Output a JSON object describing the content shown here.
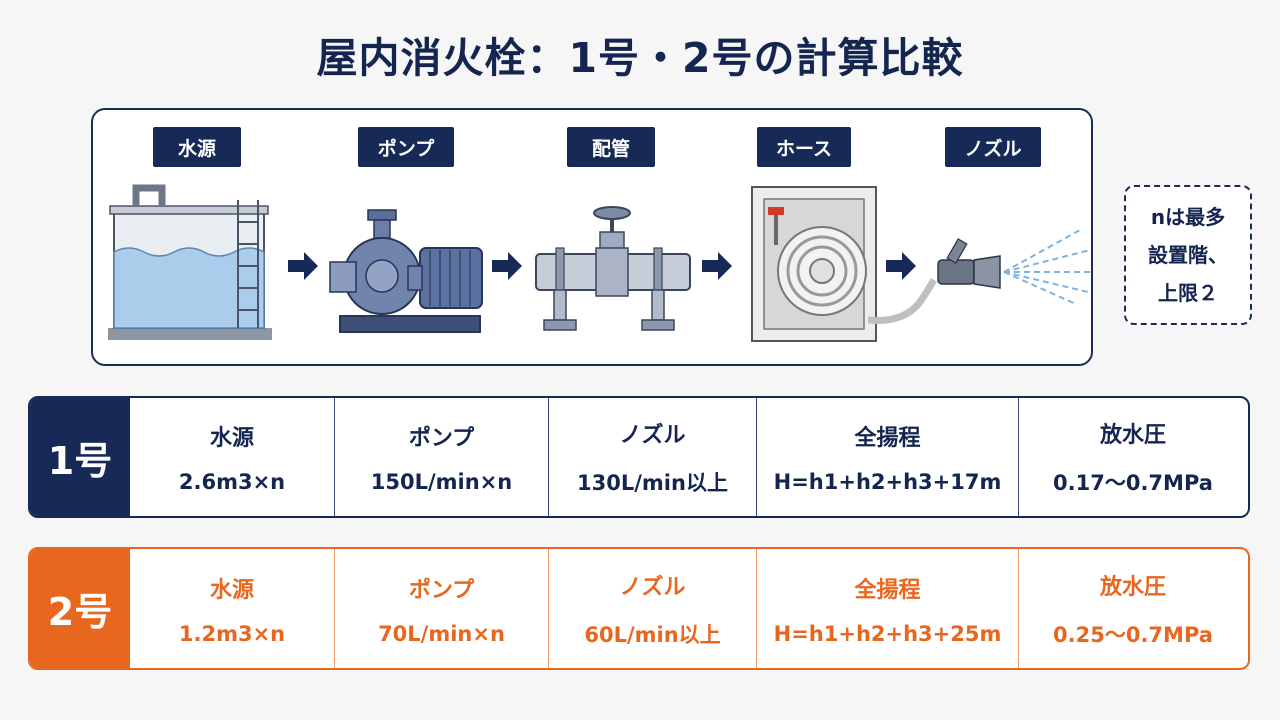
{
  "title": "屋内消火栓：1号・2号の計算比較",
  "stages": [
    "水源",
    "ポンプ",
    "配管",
    "ホース",
    "ノズル"
  ],
  "note": "nは最多\n設置階、\n上限２",
  "rows": [
    {
      "label": "1号",
      "cells": [
        {
          "header": "水源",
          "value": "2.6m3×n"
        },
        {
          "header": "ポンプ",
          "value": "150L/min×n"
        },
        {
          "header": "ノズル",
          "value": "130L/min以上"
        },
        {
          "header": "全揚程",
          "value": "H=h1+h2+h3+17m"
        },
        {
          "header": "放水圧",
          "value": "0.17～0.7MPa"
        }
      ]
    },
    {
      "label": "2号",
      "cells": [
        {
          "header": "水源",
          "value": "1.2m3×n"
        },
        {
          "header": "ポンプ",
          "value": "70L/min×n"
        },
        {
          "header": "ノズル",
          "value": "60L/min以上"
        },
        {
          "header": "全揚程",
          "value": "H=h1+h2+h3+25m"
        },
        {
          "header": "放水圧",
          "value": "0.25～0.7MPa"
        }
      ]
    }
  ],
  "colors": {
    "navy": "#172a57",
    "orange": "#e8671f",
    "water": "#a9cdea"
  }
}
